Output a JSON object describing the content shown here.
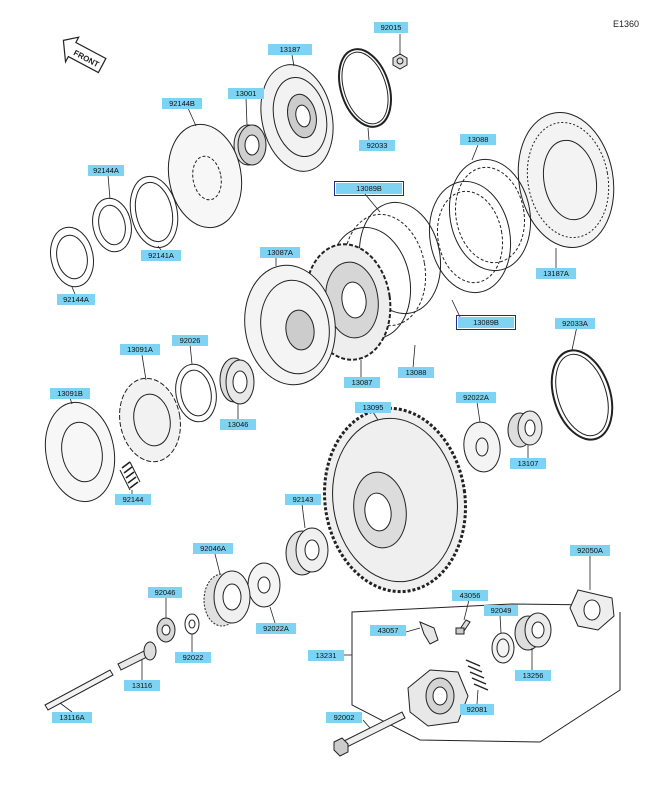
{
  "figure_id": "E1360",
  "front_label": "FRONT",
  "labels": {
    "p92015": "92015",
    "p13187": "13187",
    "p92033": "92033",
    "p92144B": "92144B",
    "p13001": "13001",
    "p92144A_top": "92144A",
    "p92141A": "92141A",
    "p92144A_bot": "92144A",
    "p13088_top": "13088",
    "p13089B_top": "13089B",
    "p13187A": "13187A",
    "p13087A": "13087A",
    "p13089B_bot": "13089B",
    "p13087": "13087",
    "p13088_bot": "13088",
    "p92033A": "92033A",
    "p13091A": "13091A",
    "p92026": "92026",
    "p13046": "13046",
    "p13091B": "13091B",
    "p92144": "92144",
    "p13095": "13095",
    "p92022A_top": "92022A",
    "p13107": "13107",
    "p92143": "92143",
    "p92046A": "92046A",
    "p92046": "92046",
    "p92022": "92022",
    "p13116": "13116",
    "p13116A": "13116A",
    "p92022A_bot": "92022A",
    "p92050A": "92050A",
    "p43056": "43056",
    "p92049": "92049",
    "p43057": "43057",
    "p13231": "13231",
    "p13256": "13256",
    "p92081": "92081",
    "p92002": "92002"
  }
}
